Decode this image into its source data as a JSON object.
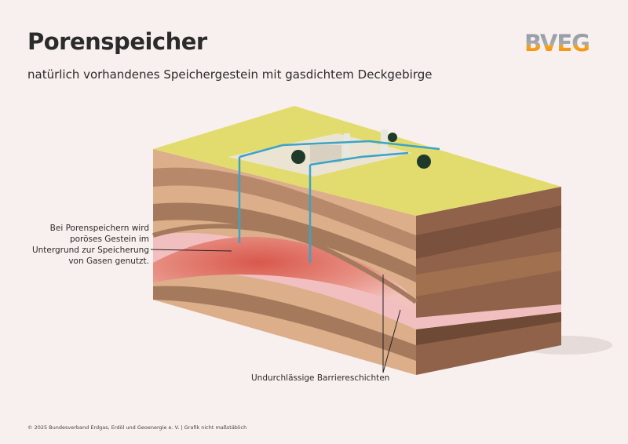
{
  "header": {
    "title": "Porenspeicher",
    "subtitle": "natürlich vorhandenes Speichergestein mit gasdichtem Deckgebirge"
  },
  "logo": {
    "text": "BVEG"
  },
  "annotations": {
    "reservoir": "Bei Porenspeichern wird poröses Gestein im Untergrund zur Speicherung von Gasen genutzt.",
    "barrier": "Undurchlässige Barriereschichten"
  },
  "footer": "© 2025 Bundesverband Erdgas, Erdöl und Geoenergie e. V. | Grafik nicht maßstäblich",
  "colors": {
    "surface": "#e2dc6e",
    "layer_light": "#dcae8a",
    "layer_dark": "#a57a5c",
    "side_dark": "#8a5e45",
    "reservoir": "#e07866",
    "pink": "#f2bfc0",
    "pipe": "#3aa3c9"
  }
}
